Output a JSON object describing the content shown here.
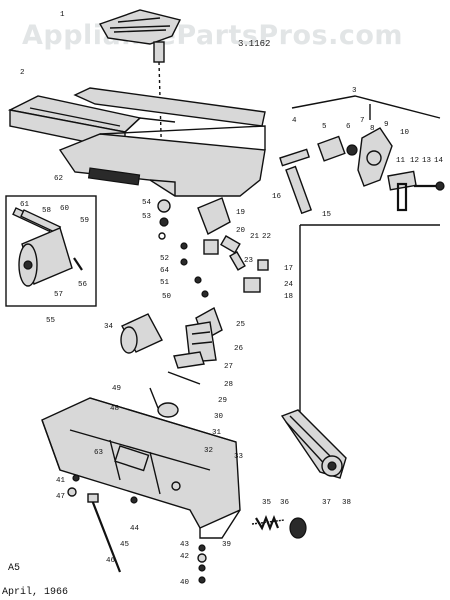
{
  "watermark": "AppliancePartsPros.com",
  "model_code": "3.1162",
  "sheet_code": "A5",
  "date_note": "April, 1966",
  "callouts": [
    "1",
    "2",
    "3",
    "4",
    "5",
    "6",
    "7",
    "8",
    "9",
    "10",
    "11",
    "12",
    "13",
    "14",
    "15",
    "16",
    "17",
    "18",
    "19",
    "20",
    "21",
    "22",
    "23",
    "24",
    "25",
    "26",
    "27",
    "28",
    "29",
    "30",
    "31",
    "32",
    "33",
    "34",
    "35",
    "36",
    "37",
    "38",
    "39",
    "40",
    "41",
    "42",
    "43",
    "44",
    "45",
    "46",
    "47",
    "48",
    "49",
    "50",
    "51",
    "52",
    "53",
    "54",
    "55",
    "56",
    "57",
    "58",
    "59",
    "60",
    "61",
    "62",
    "63",
    "64"
  ]
}
